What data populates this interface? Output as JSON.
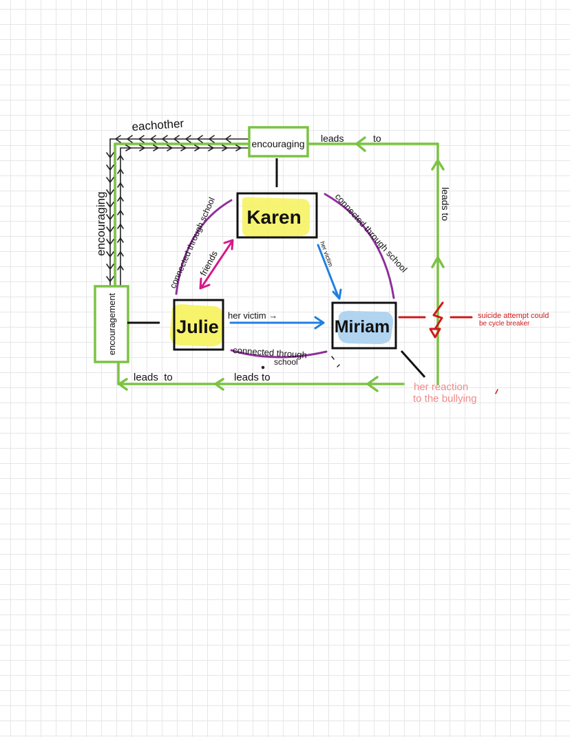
{
  "colors": {
    "grid": "#e6e6e8",
    "relation_green": "#7cc242",
    "connected_purple": "#8e2f9a",
    "friends_magenta": "#d4198a",
    "victim_blue": "#1e7fe0",
    "alert_red": "#d01818",
    "reaction_pink": "#f08a8a",
    "highlight_yellow": "#f6f25a",
    "highlight_blue": "#a9d0f0",
    "ink": "#111111"
  },
  "nodes": {
    "karen": "Karen",
    "julie": "Julie",
    "miriam": "Miriam",
    "encouraging_top": "encouraging",
    "encouragement_left": "encouragement"
  },
  "labels": {
    "each_other": "eachother",
    "encouraging_vertical": "encouraging",
    "leads_top_a": "leads",
    "leads_top_b": "to",
    "leads_to_right": "leads to",
    "leads_to_bottom_left": "leads  to",
    "leads_to_bottom_mid": "leads to",
    "connected_left": "connected through school",
    "connected_right": "connected through school",
    "connected_bottom_line1": "connected through",
    "connected_bottom_line2": "school",
    "friends": "friends",
    "her_victim_vertical": "her victim",
    "her_victim_horizontal": "her victim →",
    "suicide_line1": "suicide attempt could",
    "suicide_line2": "be cycle breaker",
    "reaction_line1": "her reaction",
    "reaction_line2": "to the bullying"
  }
}
